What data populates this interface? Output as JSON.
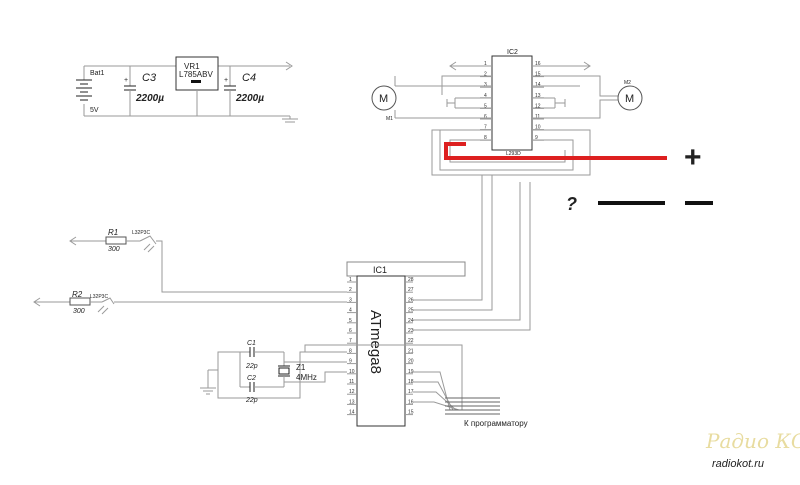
{
  "battery": {
    "name": "Bat1",
    "voltage": "5V"
  },
  "regulator": {
    "name": "VR1",
    "part": "L785ABV"
  },
  "c3": {
    "name": "C3",
    "value": "2200µ"
  },
  "c4": {
    "name": "C4",
    "value": "2200µ"
  },
  "ic2": {
    "name": "IC2",
    "part": "L293D",
    "left_pins": [
      "1",
      "2",
      "3",
      "4",
      "5",
      "6",
      "7",
      "8"
    ],
    "right_pins": [
      "16",
      "15",
      "14",
      "13",
      "12",
      "11",
      "10",
      "9"
    ]
  },
  "motor1": {
    "name": "M1",
    "symbol": "M"
  },
  "motor2": {
    "name": "M2",
    "symbol": "M"
  },
  "annotation": {
    "plus": "+",
    "minus": "−",
    "question": "?"
  },
  "r1": {
    "name": "R1",
    "value": "300",
    "sensor": "L32P3C"
  },
  "r2": {
    "name": "R2",
    "value": "300",
    "sensor": "L32P3C"
  },
  "ic1": {
    "name": "IC1",
    "part": "ATmega8",
    "left_pins": [
      "1",
      "2",
      "3",
      "4",
      "5",
      "6",
      "7",
      "8",
      "9",
      "10",
      "11",
      "12",
      "13",
      "14"
    ],
    "right_pins": [
      "28",
      "27",
      "26",
      "25",
      "24",
      "23",
      "22",
      "21",
      "20",
      "19",
      "18",
      "17",
      "16",
      "15"
    ]
  },
  "c1": {
    "name": "C1",
    "value": "22p"
  },
  "c2": {
    "name": "C2",
    "value": "22p"
  },
  "crystal": {
    "name": "Z1",
    "value": "4MHz"
  },
  "programmer_label": "К программатору",
  "watermark": {
    "line1": "Радио КОТ",
    "line2": "radiokot.ru"
  }
}
